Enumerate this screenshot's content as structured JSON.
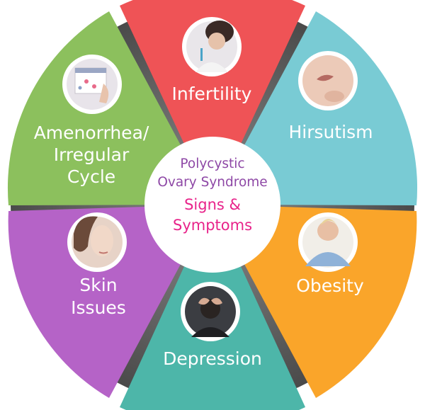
{
  "center": {
    "title_line1": "Polycystic",
    "title_line2": "Ovary Syndrome",
    "subtitle_line1": "Signs &",
    "subtitle_line2": "Symptoms",
    "title_color": "#8e48a6",
    "subtitle_color": "#e8238a"
  },
  "segments": [
    {
      "id": "infertility",
      "lines": [
        "Infertility"
      ],
      "color": "#ef5356",
      "photo": "woman-with-pregnancy-test"
    },
    {
      "id": "hirsutism",
      "lines": [
        "Hirsutism"
      ],
      "color": "#79cbd4",
      "photo": "woman-chin-closeup"
    },
    {
      "id": "obesity",
      "lines": [
        "Obesity"
      ],
      "color": "#faa52a",
      "photo": "overweight-woman-portrait"
    },
    {
      "id": "depression",
      "lines": [
        "Depression"
      ],
      "color": "#4db6a9",
      "photo": "woman-holding-head"
    },
    {
      "id": "skin-issues",
      "lines": [
        "Skin",
        "Issues"
      ],
      "color": "#b563c7",
      "photo": "woman-face-skin"
    },
    {
      "id": "amenorrhea",
      "lines": [
        "Amenorrhea/",
        "Irregular",
        "Cycle"
      ],
      "color": "#8cc05d",
      "photo": "calendar-in-hand"
    }
  ],
  "colors": {
    "gap_shadow": "#5e5e5e",
    "center_fill": "#ffffff"
  }
}
